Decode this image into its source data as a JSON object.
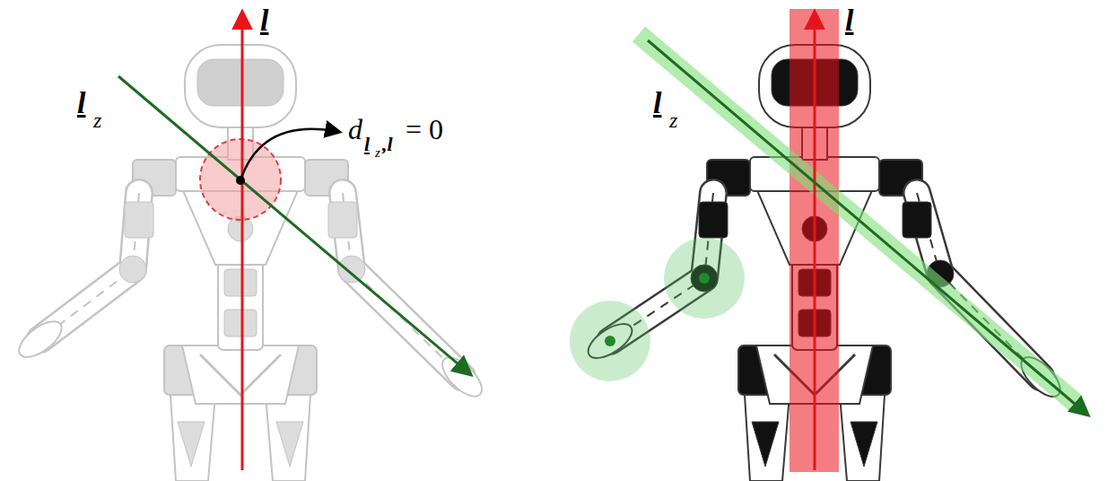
{
  "diagram": {
    "labels": [
      "l",
      "l",
      "z",
      "d",
      "l",
      "z",
      ",l",
      "= 0",
      "l",
      "l",
      "z"
    ]
  }
}
